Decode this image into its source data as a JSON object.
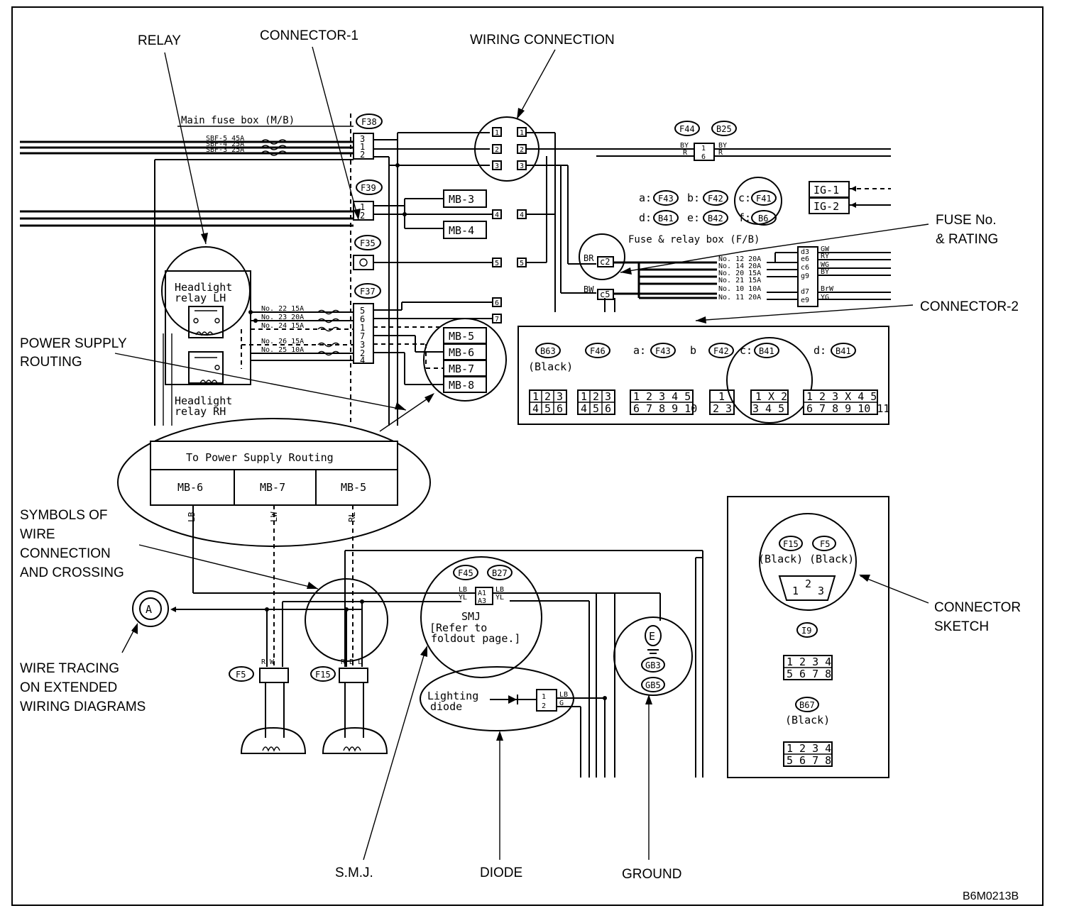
{
  "callouts": {
    "relay": "RELAY",
    "connector_1": "CONNECTOR-1",
    "wiring_connection": "WIRING CONNECTION",
    "fuse_no_rating_1": "FUSE No.",
    "fuse_no_rating_2": "& RATING",
    "connector_2": "CONNECTOR-2",
    "power_supply_routing_1": "POWER SUPPLY",
    "power_supply_routing_2": "ROUTING",
    "symbols_1": "SYMBOLS OF",
    "symbols_2": "WIRE",
    "symbols_3": "CONNECTION",
    "symbols_4": "AND CROSSING",
    "wire_tracing_1": "WIRE TRACING",
    "wire_tracing_2": "ON EXTENDED",
    "wire_tracing_3": "WIRING DIAGRAMS",
    "smj": "S.M.J.",
    "diode": "DIODE",
    "ground": "GROUND",
    "connector_sketch_1": "CONNECTOR",
    "connector_sketch_2": "SKETCH",
    "figure_id": "B6M0213B"
  },
  "diagram": {
    "main_fuse_box": "Main fuse box (M/B)",
    "sbf": [
      "SBF-5 45A",
      "SBF-4 25A",
      "SBF-3 25A"
    ],
    "connectors": {
      "f38": "F38",
      "f39": "F39",
      "f35": "F35",
      "f37": "F37",
      "f44": "F44",
      "b25": "B25",
      "f43": "F43",
      "f42": "F42",
      "f41": "F41",
      "b41": "B41",
      "b6": "B6",
      "b63": "B63",
      "f46": "F46",
      "f45": "F45",
      "b27": "B27",
      "f15": "F15",
      "f5": "F5",
      "i9": "I9",
      "b67": "B67",
      "gb3": "GB3",
      "gb5": "GB5"
    },
    "letters": {
      "a": "a:",
      "b": "b:",
      "c": "c:",
      "d": "d:",
      "e": "e:",
      "f": "f:"
    },
    "mb": [
      "MB-3",
      "MB-4",
      "MB-5",
      "MB-6",
      "MB-7",
      "MB-8"
    ],
    "ig": [
      "IG-1",
      "IG-2"
    ],
    "relay_lh_1": "Headlight",
    "relay_lh_2": "relay LH",
    "relay_rh_1": "Headlight",
    "relay_rh_2": "relay RH",
    "relay_fuses": [
      "No. 22 15A",
      "No. 23 20A",
      "No. 24 15A",
      "No. 26 15A",
      "No. 25 10A"
    ],
    "fb_title": "Fuse & relay box (F/B)",
    "fb_fuses": [
      "No. 12 20A",
      "No. 14 20A",
      "No. 20 15A",
      "No. 21 15A",
      "No. 10 10A",
      "No. 11 20A"
    ],
    "fb_codes": [
      "GW",
      "RY",
      "WG",
      "BY",
      "",
      "BrW",
      "YG"
    ],
    "fb_pins": [
      "d3",
      "e6",
      "c6",
      "g9",
      "",
      "d7",
      "e9"
    ],
    "fb_c2": "c2",
    "fb_c5": "c5",
    "wire_br": "BR",
    "wire_bw": "BW",
    "black": "(Black)",
    "power_table_title": "To Power Supply Routing",
    "power_table_cells": [
      "MB-6",
      "MB-7",
      "MB-5"
    ],
    "wire_colors": [
      "LB",
      "LW",
      "RL"
    ],
    "smj_1": "SMJ",
    "smj_2": "[Refer to",
    "smj_3": "foldout page.]",
    "diode_1": "Lighting",
    "diode_2": "diode",
    "ground_e": "E",
    "ref_a": "A"
  }
}
